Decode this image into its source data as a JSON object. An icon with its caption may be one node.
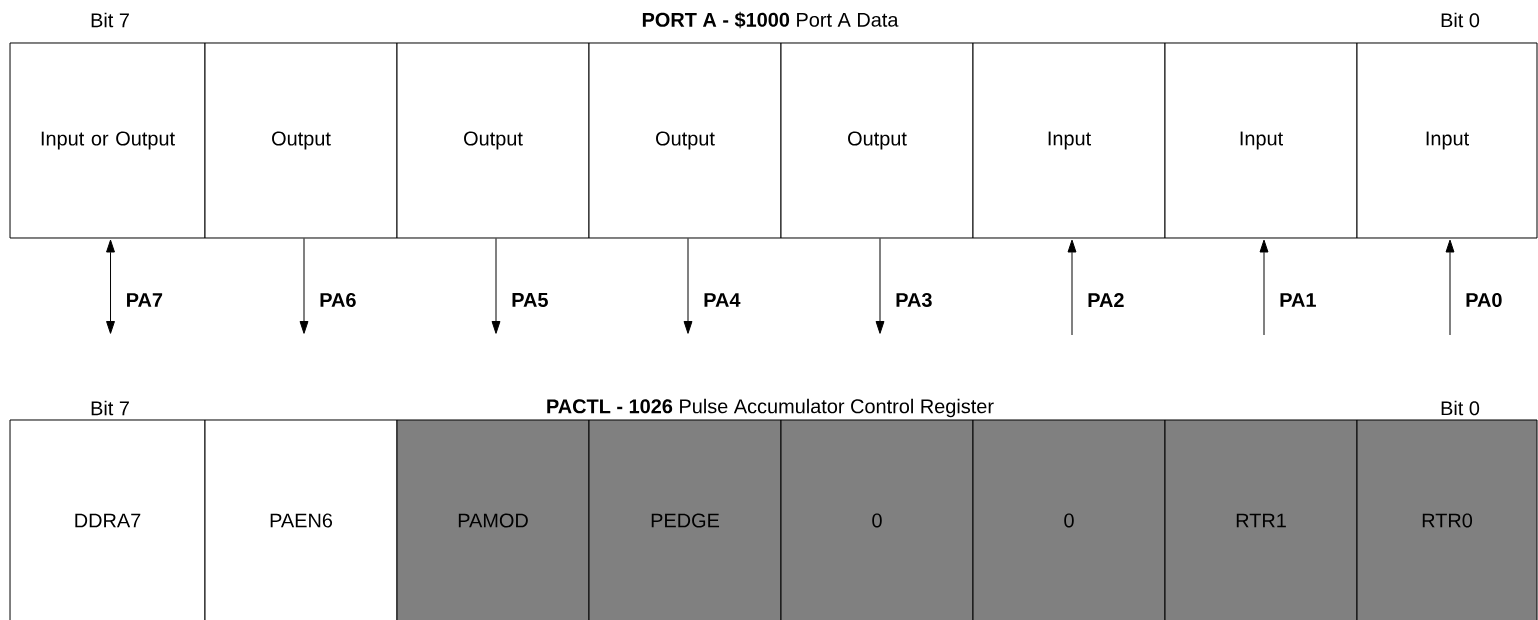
{
  "diagram": {
    "nodes": [
      {
        "text": [
          "Input or Output"
        ]
      },
      {
        "text": [
          "Output"
        ]
      },
      {
        "text": [
          "Output"
        ]
      },
      {
        "text": [
          "Output"
        ]
      },
      {
        "text": [
          "Output"
        ]
      },
      {
        "text": [
          "Input"
        ]
      },
      {
        "text": [
          "Input"
        ]
      },
      {
        "text": [
          "Input"
        ]
      },
      {
        "text": [
          "DDRA7"
        ]
      },
      {
        "text": [
          "PAEN6"
        ]
      },
      {
        "text": [
          "PAMOD"
        ]
      },
      {
        "text": [
          "PEDGE"
        ]
      },
      {
        "text": [
          "0"
        ]
      },
      {
        "text": [
          "0"
        ]
      },
      {
        "text": [
          "RTR1"
        ]
      },
      {
        "text": [
          "RTR0"
        ]
      }
    ],
    "edges": [
      {
        "from": 0,
        "to": null,
        "arrow": "both",
        "label": "PA7"
      },
      {
        "from": 1,
        "to": null,
        "arrow": "to",
        "label": "PA6"
      },
      {
        "from": 2,
        "to": null,
        "arrow": "to",
        "label": "PA5"
      },
      {
        "from": 3,
        "to": null,
        "arrow": "to",
        "label": "PA4"
      },
      {
        "from": 4,
        "to": null,
        "arrow": "to",
        "label": "PA3"
      },
      {
        "from": null,
        "to": 5,
        "arrow": "to",
        "label": "PA2"
      },
      {
        "from": null,
        "to": 6,
        "arrow": "to",
        "label": "PA1"
      },
      {
        "from": null,
        "to": 7,
        "arrow": "to",
        "label": "PA0"
      }
    ],
    "labels": [
      "Bit 7",
      "**PORT A - $1000** Port A Data",
      "Bit 0",
      "Bit 7",
      "**PACTL - 1026** Pulse Accumulator Control Register",
      "Bit 0"
    ]
  }
}
